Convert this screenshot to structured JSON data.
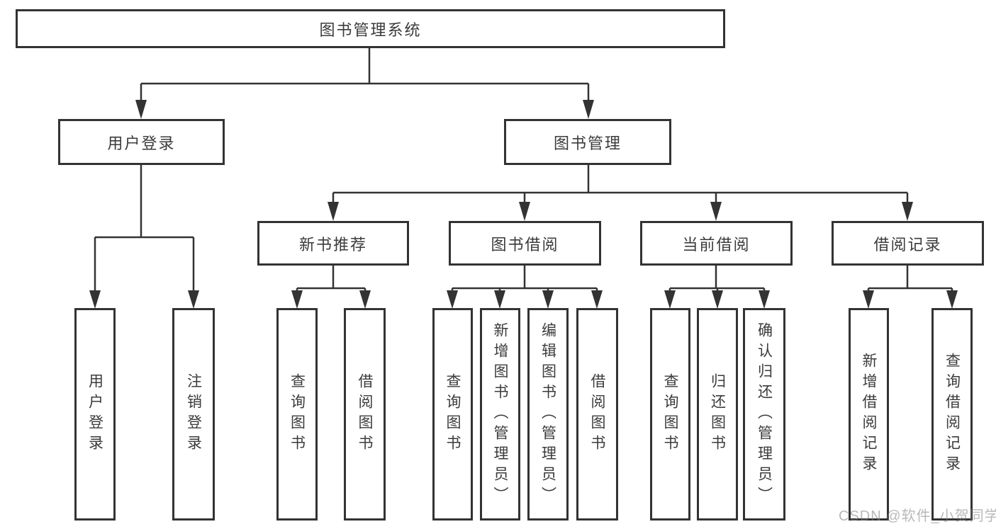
{
  "diagram": {
    "root": {
      "label": "图书管理系统"
    },
    "branches": {
      "user_login": {
        "label": "用户登录",
        "children": [
          {
            "label": "用户登录"
          },
          {
            "label": "注销登录"
          }
        ]
      },
      "book_mgmt": {
        "label": "图书管理",
        "sections": [
          {
            "label": "新书推荐",
            "children": [
              {
                "label": "查询图书"
              },
              {
                "label": "借阅图书"
              }
            ]
          },
          {
            "label": "图书借阅",
            "children": [
              {
                "label": "查询图书"
              },
              {
                "label": "新增图书（管理员）"
              },
              {
                "label": "编辑图书（管理员）"
              },
              {
                "label": "借阅图书"
              }
            ]
          },
          {
            "label": "当前借阅",
            "children": [
              {
                "label": "查询图书"
              },
              {
                "label": "归还图书"
              },
              {
                "label": "确认归还（管理员）"
              }
            ]
          },
          {
            "label": "借阅记录",
            "children": [
              {
                "label": "新增借阅记录"
              },
              {
                "label": "查询借阅记录"
              }
            ]
          }
        ]
      }
    }
  },
  "watermark": {
    "text": "CSDN @软件_小贺同学"
  },
  "colors": {
    "line": "#333333",
    "box_border": "#333333",
    "text": "#3b3b3b",
    "watermark": "#b9b9b9",
    "background": "#ffffff"
  }
}
